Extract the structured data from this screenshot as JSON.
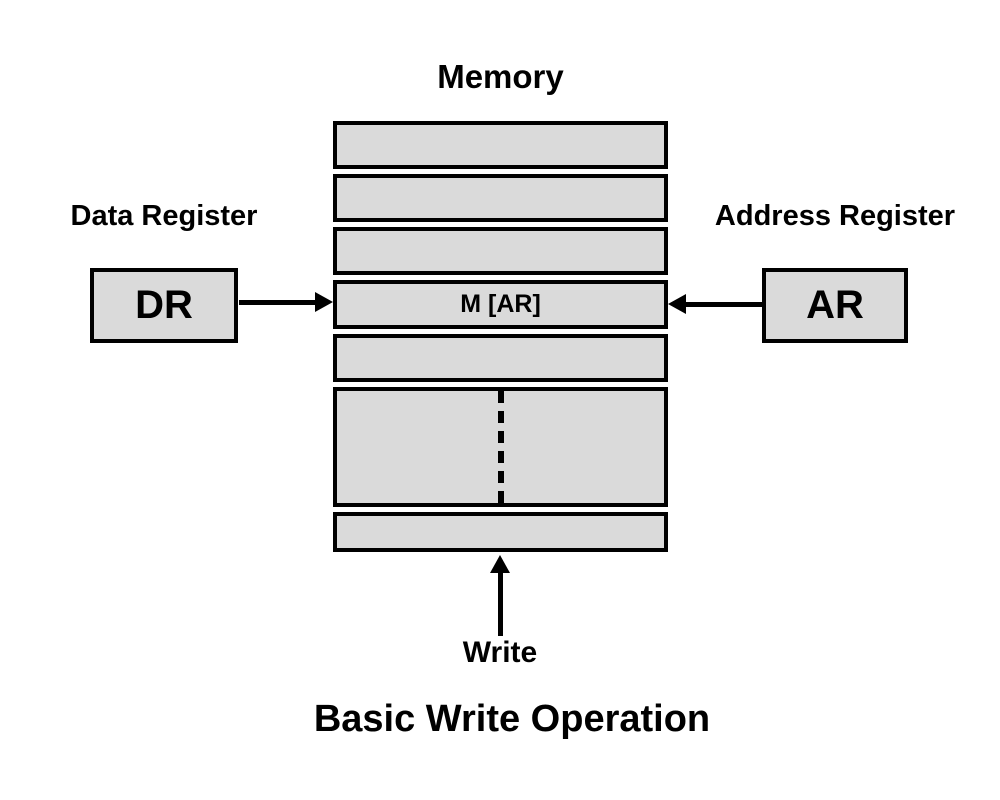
{
  "colors": {
    "box_fill": "#DADADA",
    "line": "#000000",
    "background": "#FFFFFF"
  },
  "memory": {
    "title": "Memory",
    "rows": [
      "",
      "",
      "",
      "M [AR]",
      "",
      "",
      ""
    ]
  },
  "data_register": {
    "label": "Data Register",
    "box_text": "DR"
  },
  "address_register": {
    "label": "Address Register",
    "box_text": "AR"
  },
  "write_signal": {
    "label": "Write"
  },
  "caption": "Basic Write Operation"
}
